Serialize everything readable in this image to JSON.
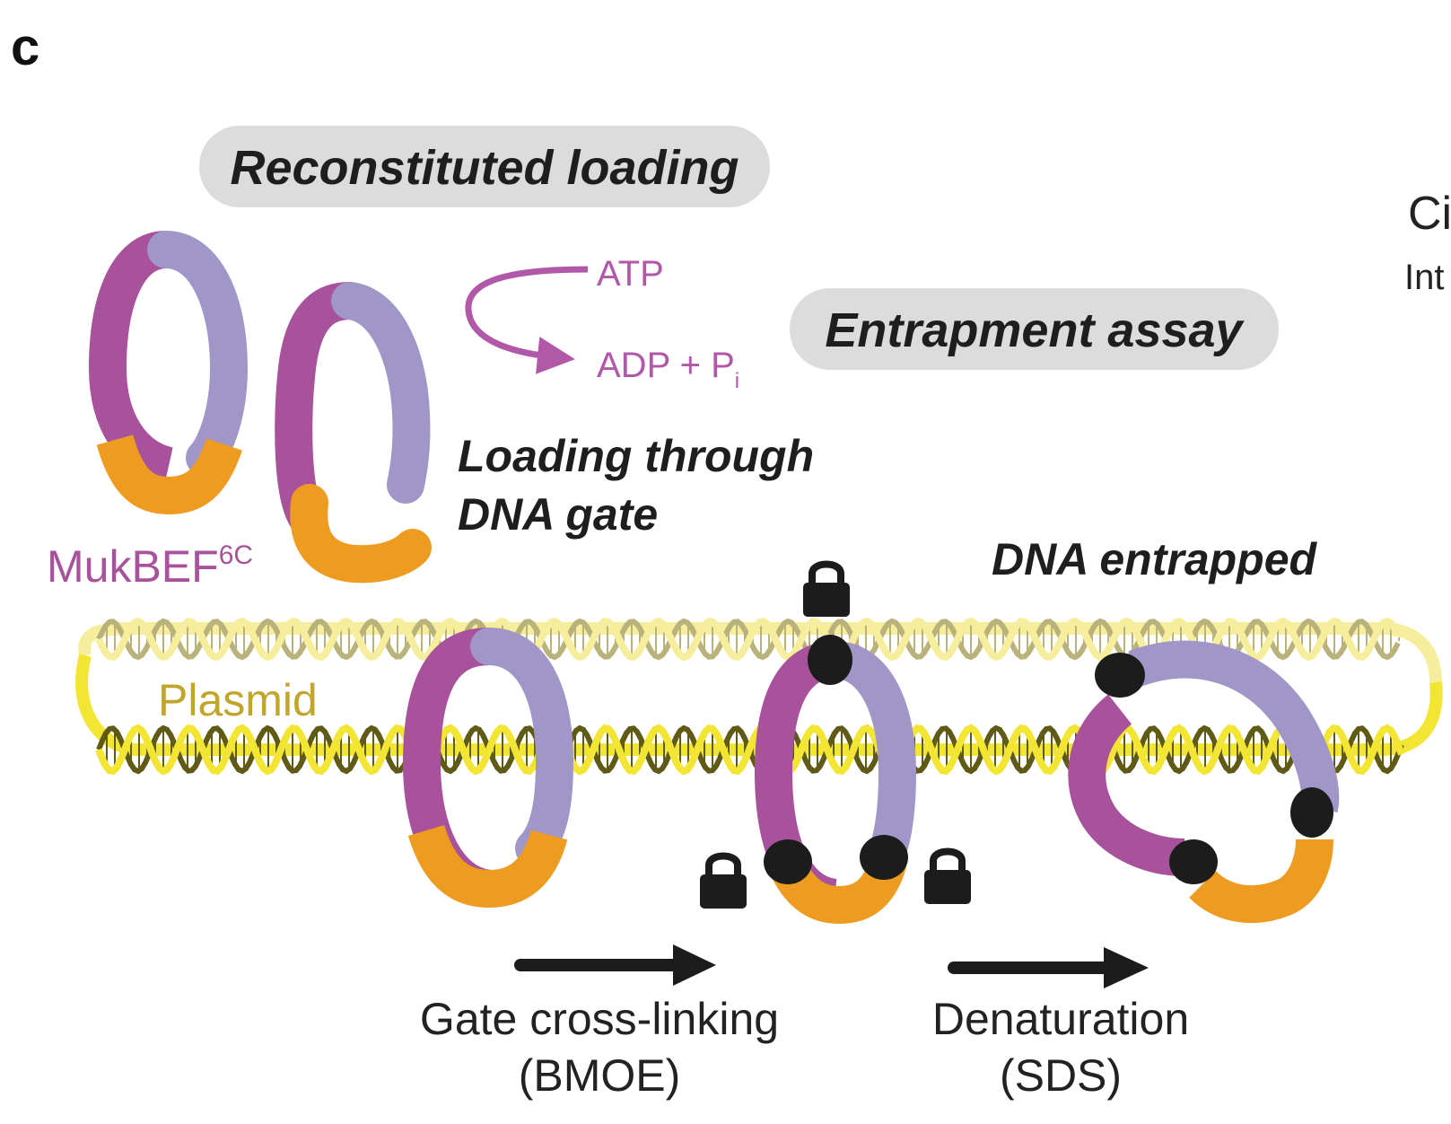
{
  "panel_label": "c",
  "pills": {
    "reconstituted": "Reconstituted loading",
    "entrapment": "Entrapment assay"
  },
  "reaction": {
    "substrate": "ATP",
    "product_main": "ADP + P",
    "product_sub": "i"
  },
  "labels": {
    "mukbef_main": "MukBEF",
    "mukbef_sup": "6C",
    "loading_line1": "Loading through",
    "loading_line2": "DNA gate",
    "dna_entrapped": "DNA entrapped",
    "plasmid": "Plasmid",
    "step1_line1": "Gate cross-linking",
    "step1_line2": "(BMOE)",
    "step2_line1": "Denaturation",
    "step2_line2": "(SDS)",
    "cut_right_line1": "Ci",
    "cut_right_line2": "Int"
  },
  "colors": {
    "magenta": "#a8529b",
    "lavender": "#a196c8",
    "orange": "#ee9b22",
    "dna_yellow": "#f3e534",
    "dna_olive": "#5f5a16",
    "dna_pale": "#f6ee9c",
    "pill_gray": "#dcdcdc",
    "plasmid_text": "#c2a62b",
    "reaction_text": "#b158a8",
    "lock": "#1c1c1c"
  },
  "icons": [
    "circular-arrow-icon",
    "lock-icon",
    "right-arrow-icon"
  ]
}
